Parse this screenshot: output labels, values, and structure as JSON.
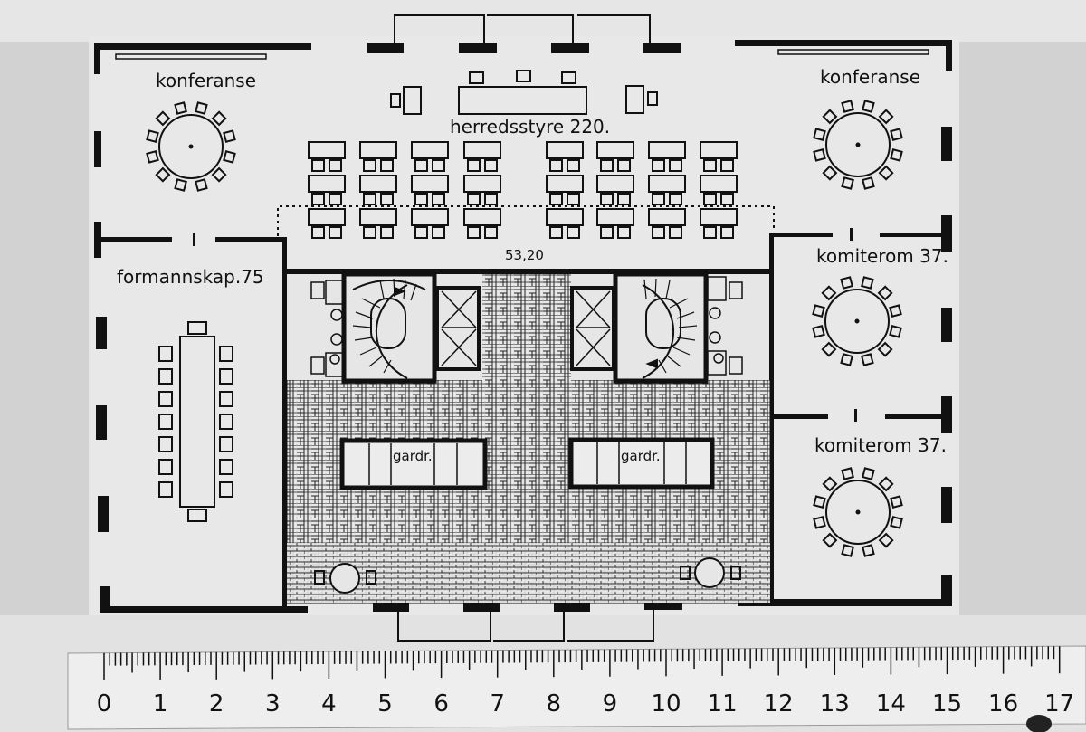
{
  "plan": {
    "rooms": {
      "conference_left": "konferanse",
      "conference_right": "konferanse",
      "council_hall": "herredsstyre 220.",
      "executive_committee": "formannskap.75",
      "committee_room_1": "komiterom 37.",
      "committee_room_2": "komiterom 37.",
      "wardrobe_left": "gardr.",
      "wardrobe_right": "gardr."
    },
    "dimension": "53,20"
  },
  "ruler": {
    "numbers": [
      "0",
      "1",
      "2",
      "3",
      "4",
      "5",
      "6",
      "7",
      "8",
      "9",
      "10",
      "11",
      "12",
      "13",
      "14",
      "15",
      "16",
      "17"
    ]
  }
}
